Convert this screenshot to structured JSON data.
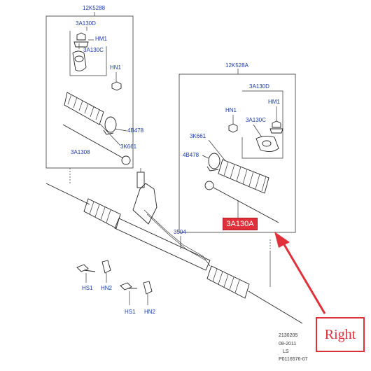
{
  "left_group": {
    "title": "12K5288",
    "labels": {
      "a130d": "3A130D",
      "hm1": "HM1",
      "a130c": "3A130C",
      "hn1": "HN1",
      "b4478": "4B478",
      "k661": "3K661",
      "a1308": "3A1308"
    }
  },
  "right_group": {
    "title": "12K528A",
    "labels": {
      "a130d": "3A130D",
      "hn1": "HN1",
      "hm1": "HM1",
      "a130c": "3A130C",
      "k661": "3K661",
      "b4478": "4B478"
    },
    "highlight": "3A130A"
  },
  "main_labels": {
    "rack": "3504",
    "hs1_top": "HS1",
    "hn2_top": "HN2",
    "hs1_bottom": "HS1",
    "hn2_bottom": "HN2"
  },
  "callout": {
    "text": "Right",
    "color": "#e0303a"
  },
  "meta": {
    "code": "2130205",
    "date": "08-2011",
    "ls": "LS",
    "ref": "P0116576-07"
  },
  "colors": {
    "label_blue": "#1a3aa8",
    "accent_red": "#e0303a"
  }
}
